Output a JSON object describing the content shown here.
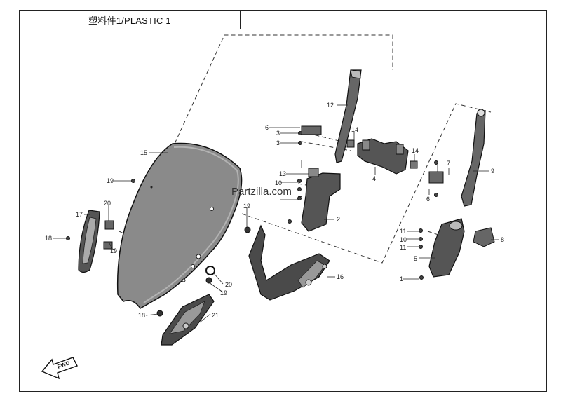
{
  "title": "塑料件1/PLASTIC 1",
  "watermark": "Partzilla.com",
  "fwd_label": "FWD",
  "callouts": [
    "1",
    "2",
    "3",
    "3",
    "4",
    "5",
    "6",
    "6",
    "7",
    "8",
    "9",
    "10",
    "10",
    "11",
    "11",
    "12",
    "13",
    "14",
    "14",
    "15",
    "16",
    "17",
    "18",
    "18",
    "19",
    "19",
    "19",
    "19",
    "20",
    "20",
    "21"
  ]
}
